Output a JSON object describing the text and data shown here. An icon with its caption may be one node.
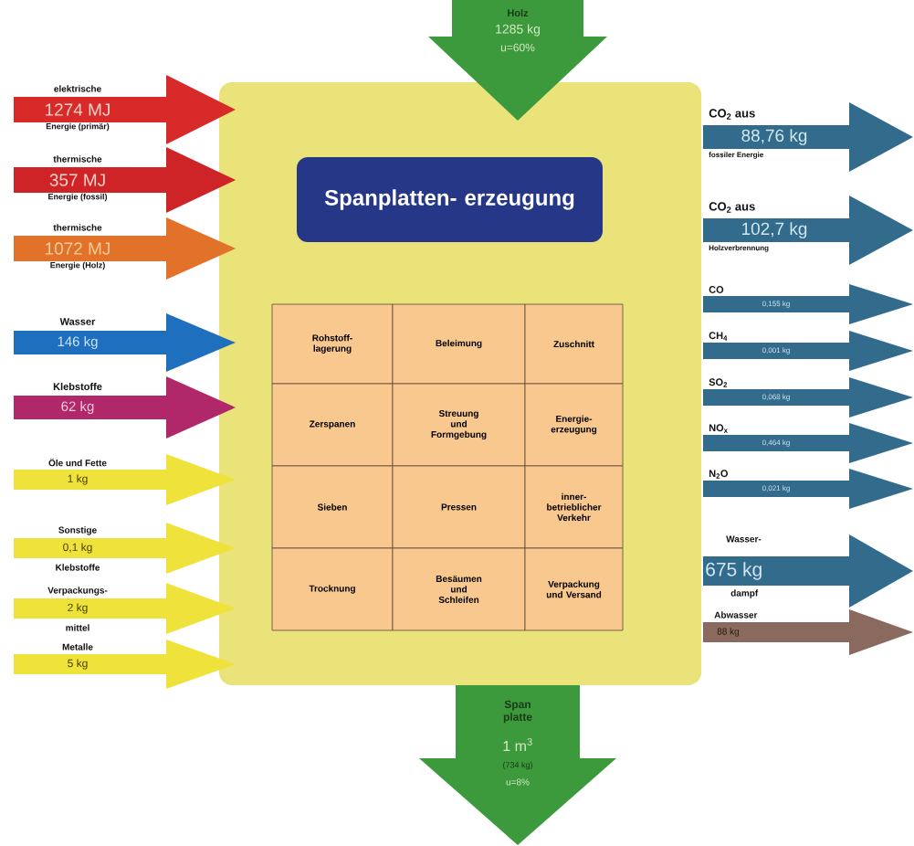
{
  "diagram": {
    "nodes": [
      {
        "text": [
          "Holz",
          "1285 kg",
          "u=60%"
        ]
      },
      {
        "text": [
          "elektrische",
          "1274 MJ",
          "Energie (primär)"
        ]
      },
      {
        "text": [
          "thermische",
          "357 MJ",
          "Energie (fossil)"
        ]
      },
      {
        "text": [
          "thermische",
          "1072 MJ",
          "Energie (Holz)"
        ]
      },
      {
        "text": [
          "Wasser",
          "146 kg"
        ]
      },
      {
        "text": [
          "Klebstoffe",
          "62 kg"
        ]
      },
      {
        "text": [
          "Öle und Fette",
          "1 kg"
        ]
      },
      {
        "text": [
          "Sonstige",
          "0,1 kg",
          "Klebstoffe"
        ]
      },
      {
        "text": [
          "Verpackungs-",
          "2 kg",
          "mittel"
        ]
      },
      {
        "text": [
          "Metalle",
          "5 kg"
        ]
      },
      {
        "text": [],
        "shape": "box"
      },
      {
        "text": [
          "Spanplatten- erzeugung"
        ],
        "in": 10
      },
      {
        "text": [
          "Rohstoff- lagerung"
        ],
        "in": 10
      },
      {
        "text": [
          "Beleimung"
        ],
        "in": 10
      },
      {
        "text": [
          "Zuschnitt"
        ],
        "in": 10
      },
      {
        "text": [
          "Zerspanen"
        ],
        "in": 10
      },
      {
        "text": [
          "Streuung und Formgebung"
        ],
        "in": 10
      },
      {
        "text": [
          "Energie- erzeugung"
        ],
        "in": 10
      },
      {
        "text": [
          "Sieben"
        ],
        "in": 10
      },
      {
        "text": [
          "Pressen"
        ],
        "in": 10
      },
      {
        "text": [
          "inner- betrieblicher Verkehr"
        ],
        "in": 10
      },
      {
        "text": [
          "Trocknung"
        ],
        "in": 10
      },
      {
        "text": [
          "Besäumen und Schleifen"
        ],
        "in": 10
      },
      {
        "text": [
          "Verpackung und Versand"
        ],
        "in": 10
      },
      {
        "text": [
          "CO$_{2}$ aus",
          "88,76 kg",
          "fossiler Energie"
        ]
      },
      {
        "text": [
          "CO$_{2}$ aus",
          "102,7 kg",
          "Holzverbrennung"
        ]
      },
      {
        "text": [
          "CO",
          "0,155 kg"
        ]
      },
      {
        "text": [
          "CH$_{4}$",
          "0,001 kg"
        ]
      },
      {
        "text": [
          "SO$_{2}$",
          "0,068 kg"
        ]
      },
      {
        "text": [
          "NO$_{x}$",
          "0,464 kg"
        ]
      },
      {
        "text": [
          "N$_{2}$O",
          "0,021 kg"
        ]
      },
      {
        "text": [
          "Wasser-",
          "675 kg",
          "dampf"
        ]
      },
      {
        "text": [
          "Abwasser",
          "88 kg"
        ]
      },
      {
        "text": [
          "Span platte",
          "1 m$^{3}$",
          "(734 kg)",
          "u=8%"
        ]
      }
    ]
  }
}
